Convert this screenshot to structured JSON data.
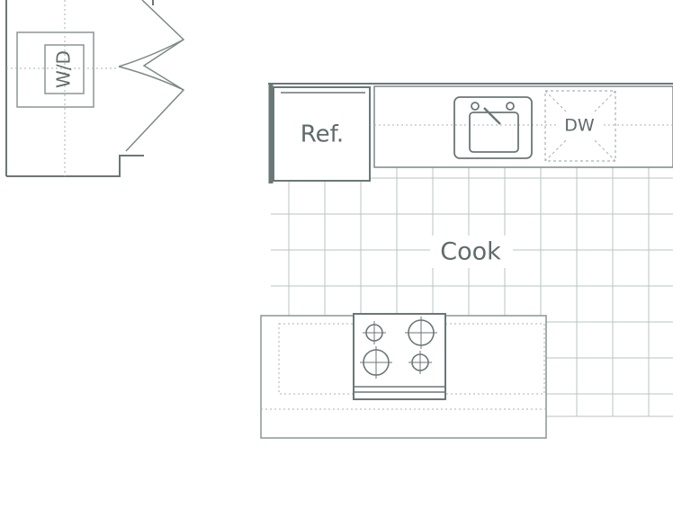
{
  "labels": {
    "washer_dryer": "W/D",
    "refrigerator": "Ref.",
    "dishwasher": "DW",
    "kitchen": "Cook"
  },
  "colors": {
    "wall": "#6b7777",
    "line": "#8a9595",
    "grid": "#b9c3c3",
    "dotted": "#a8b2b2",
    "text": "#5f6b6b"
  }
}
